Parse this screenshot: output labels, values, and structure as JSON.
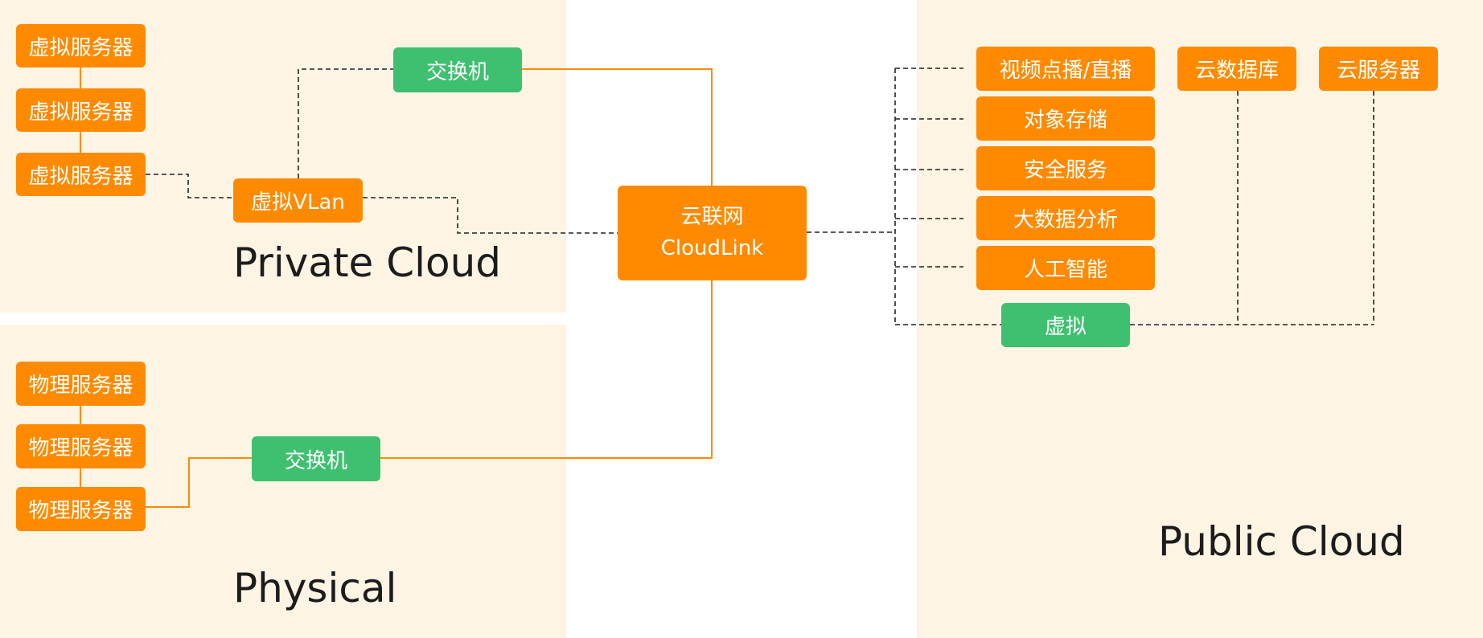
{
  "diagram": {
    "colors": {
      "zone_background": "#fef4e4",
      "orange_node": "#ff8a00",
      "green_node": "#3fc070",
      "solid_link": "#ff8a00",
      "dashed_link": "#222222"
    },
    "private_cloud": {
      "title": "Private Cloud",
      "servers": [
        "虚拟服务器",
        "虚拟服务器",
        "虚拟服务器"
      ],
      "switch": "交换机",
      "vlan": "虚拟VLan"
    },
    "physical": {
      "title": "Physical",
      "servers": [
        "物理服务器",
        "物理服务器",
        "物理服务器"
      ],
      "switch": "交换机"
    },
    "hub": {
      "line1": "云联网",
      "line2": "CloudLink"
    },
    "public_cloud": {
      "title": "Public Cloud",
      "services": [
        "视频点播/直播",
        "对象存储",
        "安全服务",
        "大数据分析",
        "人工智能"
      ],
      "database": "云数据库",
      "cloud_server": "云服务器",
      "virtual": "虚拟"
    }
  }
}
